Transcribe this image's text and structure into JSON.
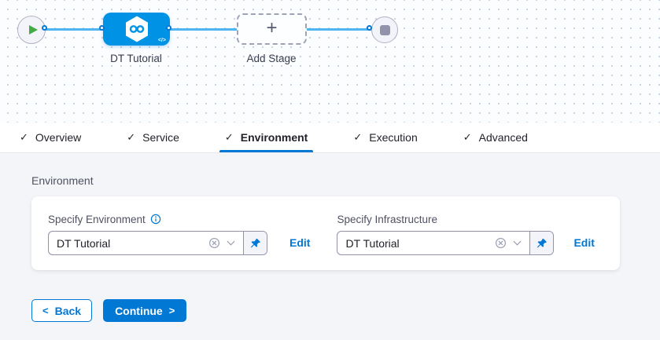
{
  "colors": {
    "accent": "#0278D5",
    "node_blue": "#0092E4",
    "line_blue": "#4FB5F0",
    "play_green": "#42AB45",
    "canvas_bg": "#FBFDFF",
    "content_bg": "#F3F5F8"
  },
  "canvas": {
    "stage_label": "DT Tutorial",
    "add_stage_label": "Add Stage"
  },
  "icons": {
    "check": "✓",
    "plus": "+",
    "code": "</>"
  },
  "tabs": [
    {
      "label": "Overview",
      "completed": true
    },
    {
      "label": "Service",
      "completed": true
    },
    {
      "label": "Environment",
      "completed": true,
      "active": true
    },
    {
      "label": "Execution",
      "completed": true
    },
    {
      "label": "Advanced",
      "completed": true
    }
  ],
  "panel": {
    "section_title": "Environment",
    "fields": [
      {
        "label": "Specify Environment",
        "value": "DT Tutorial",
        "edit_label": "Edit",
        "has_info": true
      },
      {
        "label": "Specify Infrastructure",
        "value": "DT Tutorial",
        "edit_label": "Edit",
        "has_info": false
      }
    ]
  },
  "footer": {
    "back_chevron": "<",
    "back_label": "Back",
    "continue_label": "Continue",
    "continue_chevron": ">"
  }
}
